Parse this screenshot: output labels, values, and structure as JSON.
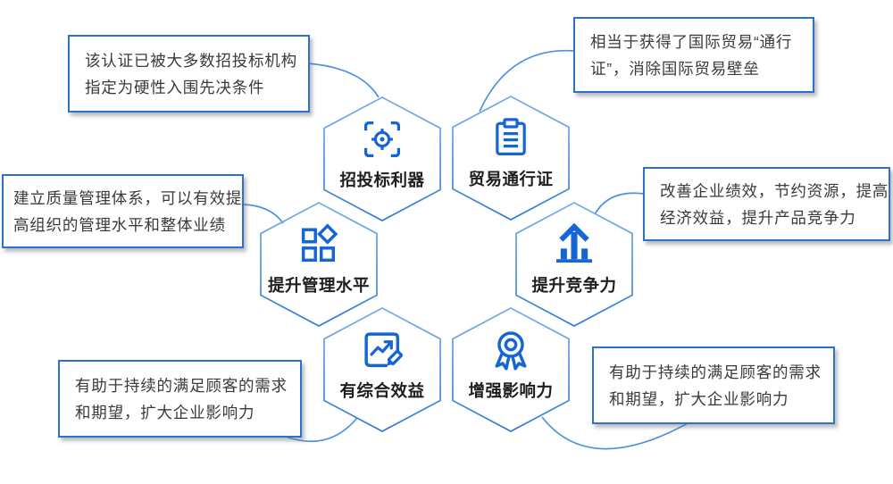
{
  "diagram": {
    "nodes": [
      {
        "label": "招投标利器",
        "icon": "crosshair-target-icon",
        "callout_lines": [
          "该认证已被大多数招投标机构",
          "指定为硬性入围先决条件"
        ]
      },
      {
        "label": "贸易通行证",
        "icon": "clipboard-checklist-icon",
        "callout_lines": [
          "相当于获得了国际贸易“通行",
          "证”，消除国际贸易壁垒"
        ]
      },
      {
        "label": "提升管理水平",
        "icon": "layout-components-icon",
        "callout_lines": [
          "建立质量管理体系，可以有效提",
          "高组织的管理水平和整体业绩"
        ]
      },
      {
        "label": "提升竞争力",
        "icon": "growth-arrow-icon",
        "callout_lines": [
          "改善企业绩效，节约资源，提高",
          "经济效益，提升产品竞争力"
        ]
      },
      {
        "label": "有综合效益",
        "icon": "chart-pencil-icon",
        "callout_lines": [
          "有助于持续的满足顾客的需求",
          "和期望，扩大企业影响力"
        ]
      },
      {
        "label": "增强影响力",
        "icon": "award-medal-icon",
        "callout_lines": [
          "有助于持续的满足顾客的需求",
          "和期望，扩大企业影响力"
        ]
      }
    ],
    "colors": {
      "icon_blue": "#1566D4",
      "hexagon_stroke_top": "#79ACE9",
      "hexagon_stroke_bottom": "#2F7CD9",
      "callout_border": "#2B72CF",
      "connector_blue": "#4B92E3",
      "label_text": "#1E1E1E",
      "body_text": "#3A3A3A",
      "background": "#FFFFFF"
    }
  }
}
